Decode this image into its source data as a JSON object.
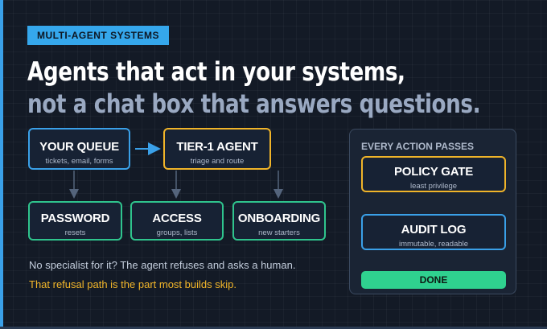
{
  "tag": "MULTI-AGENT SYSTEMS",
  "headline": {
    "line1": "Agents that act in your systems,",
    "line2": "not a chat box that answers questions."
  },
  "nodes": {
    "queue": {
      "title": "YOUR QUEUE",
      "sub": "tickets, email, forms"
    },
    "tier1": {
      "title": "TIER-1 AGENT",
      "sub": "triage and route"
    },
    "password": {
      "title": "PASSWORD",
      "sub": "resets"
    },
    "access": {
      "title": "ACCESS",
      "sub": "groups, lists"
    },
    "onboarding": {
      "title": "ONBOARDING",
      "sub": "new starters"
    }
  },
  "notes": {
    "line1": "No specialist for it? The agent refuses and asks a human.",
    "line2": "That refusal path is the part most builds skip."
  },
  "panel": {
    "title": "EVERY ACTION PASSES",
    "policy": {
      "title": "POLICY GATE",
      "sub": "least privilege"
    },
    "audit": {
      "title": "AUDIT LOG",
      "sub": "immutable, readable"
    },
    "done": "DONE"
  },
  "colors": {
    "blue": "#3aa0e8",
    "gold": "#f0b429",
    "green": "#2fc48d",
    "background": "#131a26"
  }
}
